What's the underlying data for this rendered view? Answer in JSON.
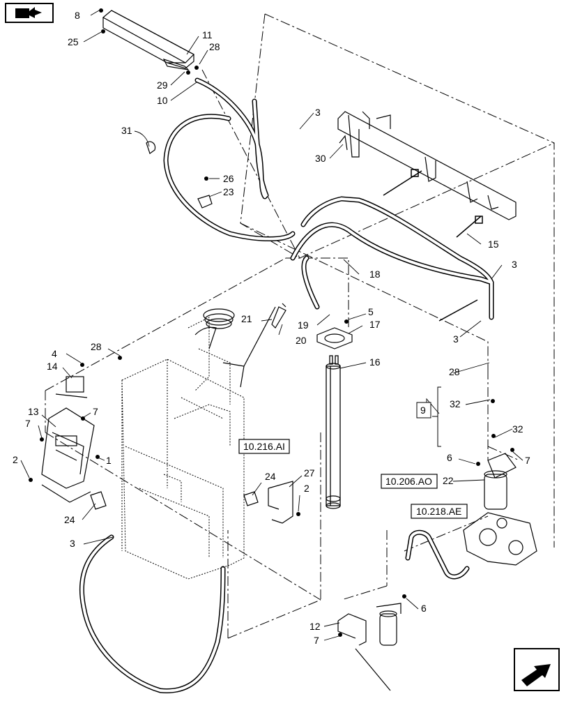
{
  "callouts": [
    {
      "id": "c8",
      "text": "8"
    },
    {
      "id": "c25",
      "text": "25"
    },
    {
      "id": "c11",
      "text": "11"
    },
    {
      "id": "c28a",
      "text": "28"
    },
    {
      "id": "c29",
      "text": "29"
    },
    {
      "id": "c10",
      "text": "10"
    },
    {
      "id": "c3a",
      "text": "3"
    },
    {
      "id": "c31",
      "text": "31"
    },
    {
      "id": "c26",
      "text": "26"
    },
    {
      "id": "c23",
      "text": "23"
    },
    {
      "id": "c30",
      "text": "30"
    },
    {
      "id": "c15",
      "text": "15"
    },
    {
      "id": "c18",
      "text": "18"
    },
    {
      "id": "c3b",
      "text": "3"
    },
    {
      "id": "c5",
      "text": "5"
    },
    {
      "id": "c17",
      "text": "17"
    },
    {
      "id": "c19",
      "text": "19"
    },
    {
      "id": "c21",
      "text": "21"
    },
    {
      "id": "c20",
      "text": "20"
    },
    {
      "id": "c3c",
      "text": "3"
    },
    {
      "id": "c16",
      "text": "16"
    },
    {
      "id": "c28b",
      "text": "28"
    },
    {
      "id": "c4",
      "text": "4"
    },
    {
      "id": "c28c",
      "text": "28"
    },
    {
      "id": "c14",
      "text": "14"
    },
    {
      "id": "c13",
      "text": "13"
    },
    {
      "id": "c7a",
      "text": "7"
    },
    {
      "id": "c7b",
      "text": "7"
    },
    {
      "id": "c32a",
      "text": "32"
    },
    {
      "id": "c32b",
      "text": "32"
    },
    {
      "id": "c1",
      "text": "1"
    },
    {
      "id": "c2a",
      "text": "2"
    },
    {
      "id": "c6a",
      "text": "6"
    },
    {
      "id": "c7c",
      "text": "7"
    },
    {
      "id": "c22",
      "text": "22"
    },
    {
      "id": "c24a",
      "text": "24"
    },
    {
      "id": "c27",
      "text": "27"
    },
    {
      "id": "c2b",
      "text": "2"
    },
    {
      "id": "c24b",
      "text": "24"
    },
    {
      "id": "c24c",
      "text": "24"
    },
    {
      "id": "c3d",
      "text": "3"
    },
    {
      "id": "c6b",
      "text": "6"
    },
    {
      "id": "c12",
      "text": "12"
    },
    {
      "id": "c7d",
      "text": "7"
    }
  ],
  "group_label": "9",
  "references": {
    "ref_216": "10.216.AI",
    "ref_206": "10.206.AO",
    "ref_218": "10.218.AE"
  },
  "icons": {
    "top_left": "page-back-icon",
    "bottom_right": "next-page-arrow-icon"
  }
}
